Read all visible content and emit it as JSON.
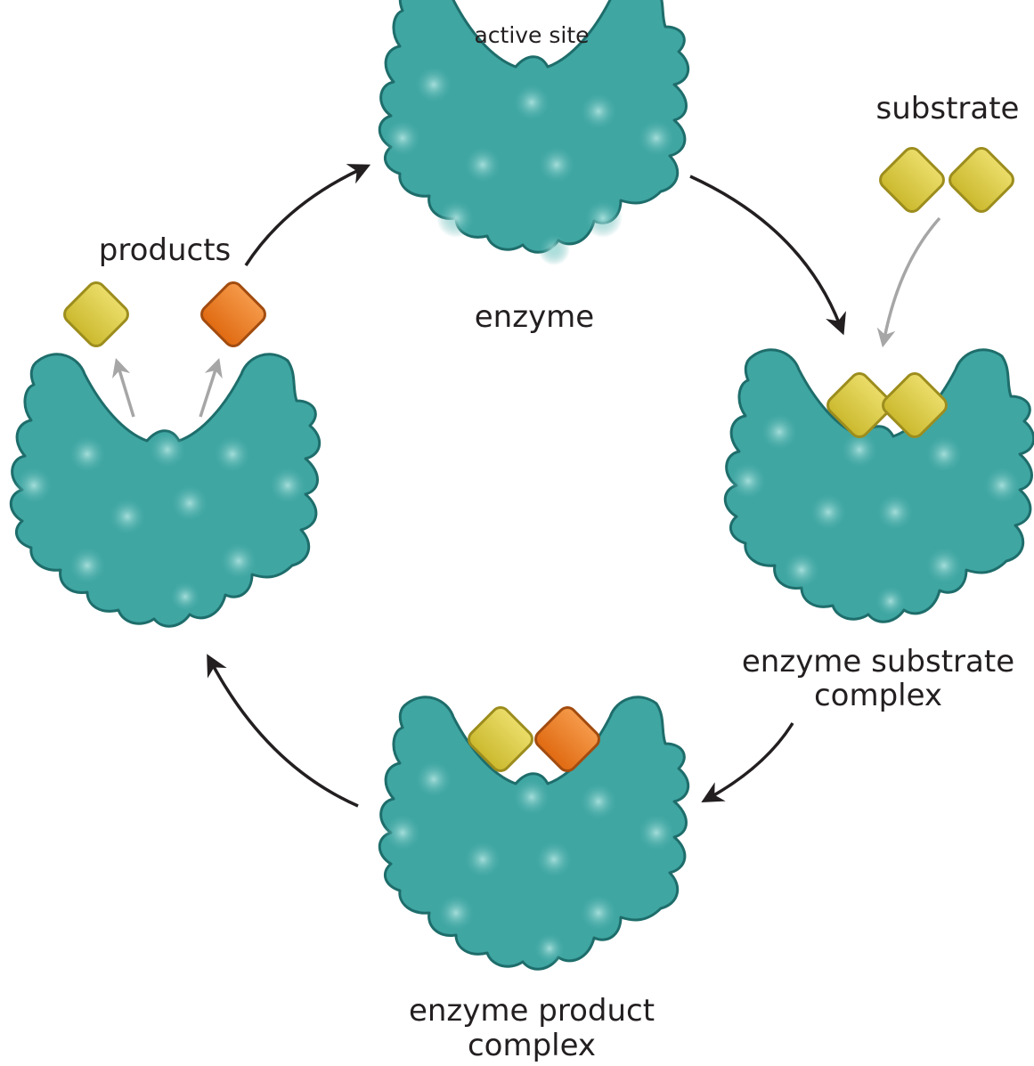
{
  "labels": {
    "active_site": "active site",
    "enzyme": "enzyme",
    "substrate": "substrate",
    "esc_line1": "enzyme substrate",
    "esc_line2": "complex",
    "epc_line1": "enzyme product",
    "epc_line2": "complex",
    "products": "products"
  },
  "colors": {
    "enzyme_fill": "#3fa6a2",
    "enzyme_stroke": "#1e6d6b",
    "spot": "#8fd3d0",
    "substrate_fill": "#d6c53c",
    "substrate_stroke": "#9c8d1e",
    "product_fill": "#ec7a20",
    "product_stroke": "#a24c10",
    "cycle_arrow": "#231f20",
    "small_arrow": "#a6a6a6",
    "text": "#231f20"
  }
}
